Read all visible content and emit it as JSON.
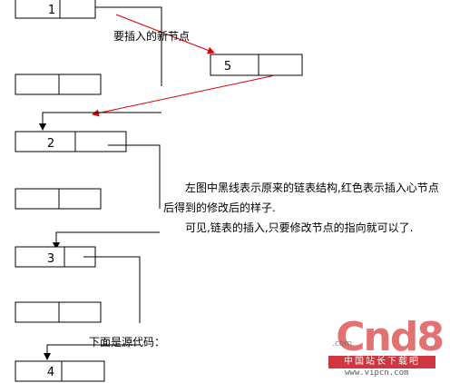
{
  "nodes": [
    {
      "id": "node-1",
      "label": "1"
    },
    {
      "id": "node-5",
      "label": "5"
    },
    {
      "id": "node-2",
      "label": "2"
    },
    {
      "id": "node-3",
      "label": "3"
    },
    {
      "id": "node-4",
      "label": "4"
    }
  ],
  "captions": {
    "new_node": "要插入的新节点",
    "source_code": "下面是源代码："
  },
  "explanation": {
    "paragraph1": "左图中黑线表示原来的链表结构,红色表示插入心节点后得到的修改后的样子.",
    "paragraph2": "可见,链表的插入,只要修改节点的指向就可以了."
  },
  "colors": {
    "original_link": "#000000",
    "modified_link": "#e00000"
  },
  "watermark": {
    "brand": "Cnd8",
    "com": ".com",
    "strip": "中国站长下载吧",
    "url": "www.vipcn.com"
  }
}
